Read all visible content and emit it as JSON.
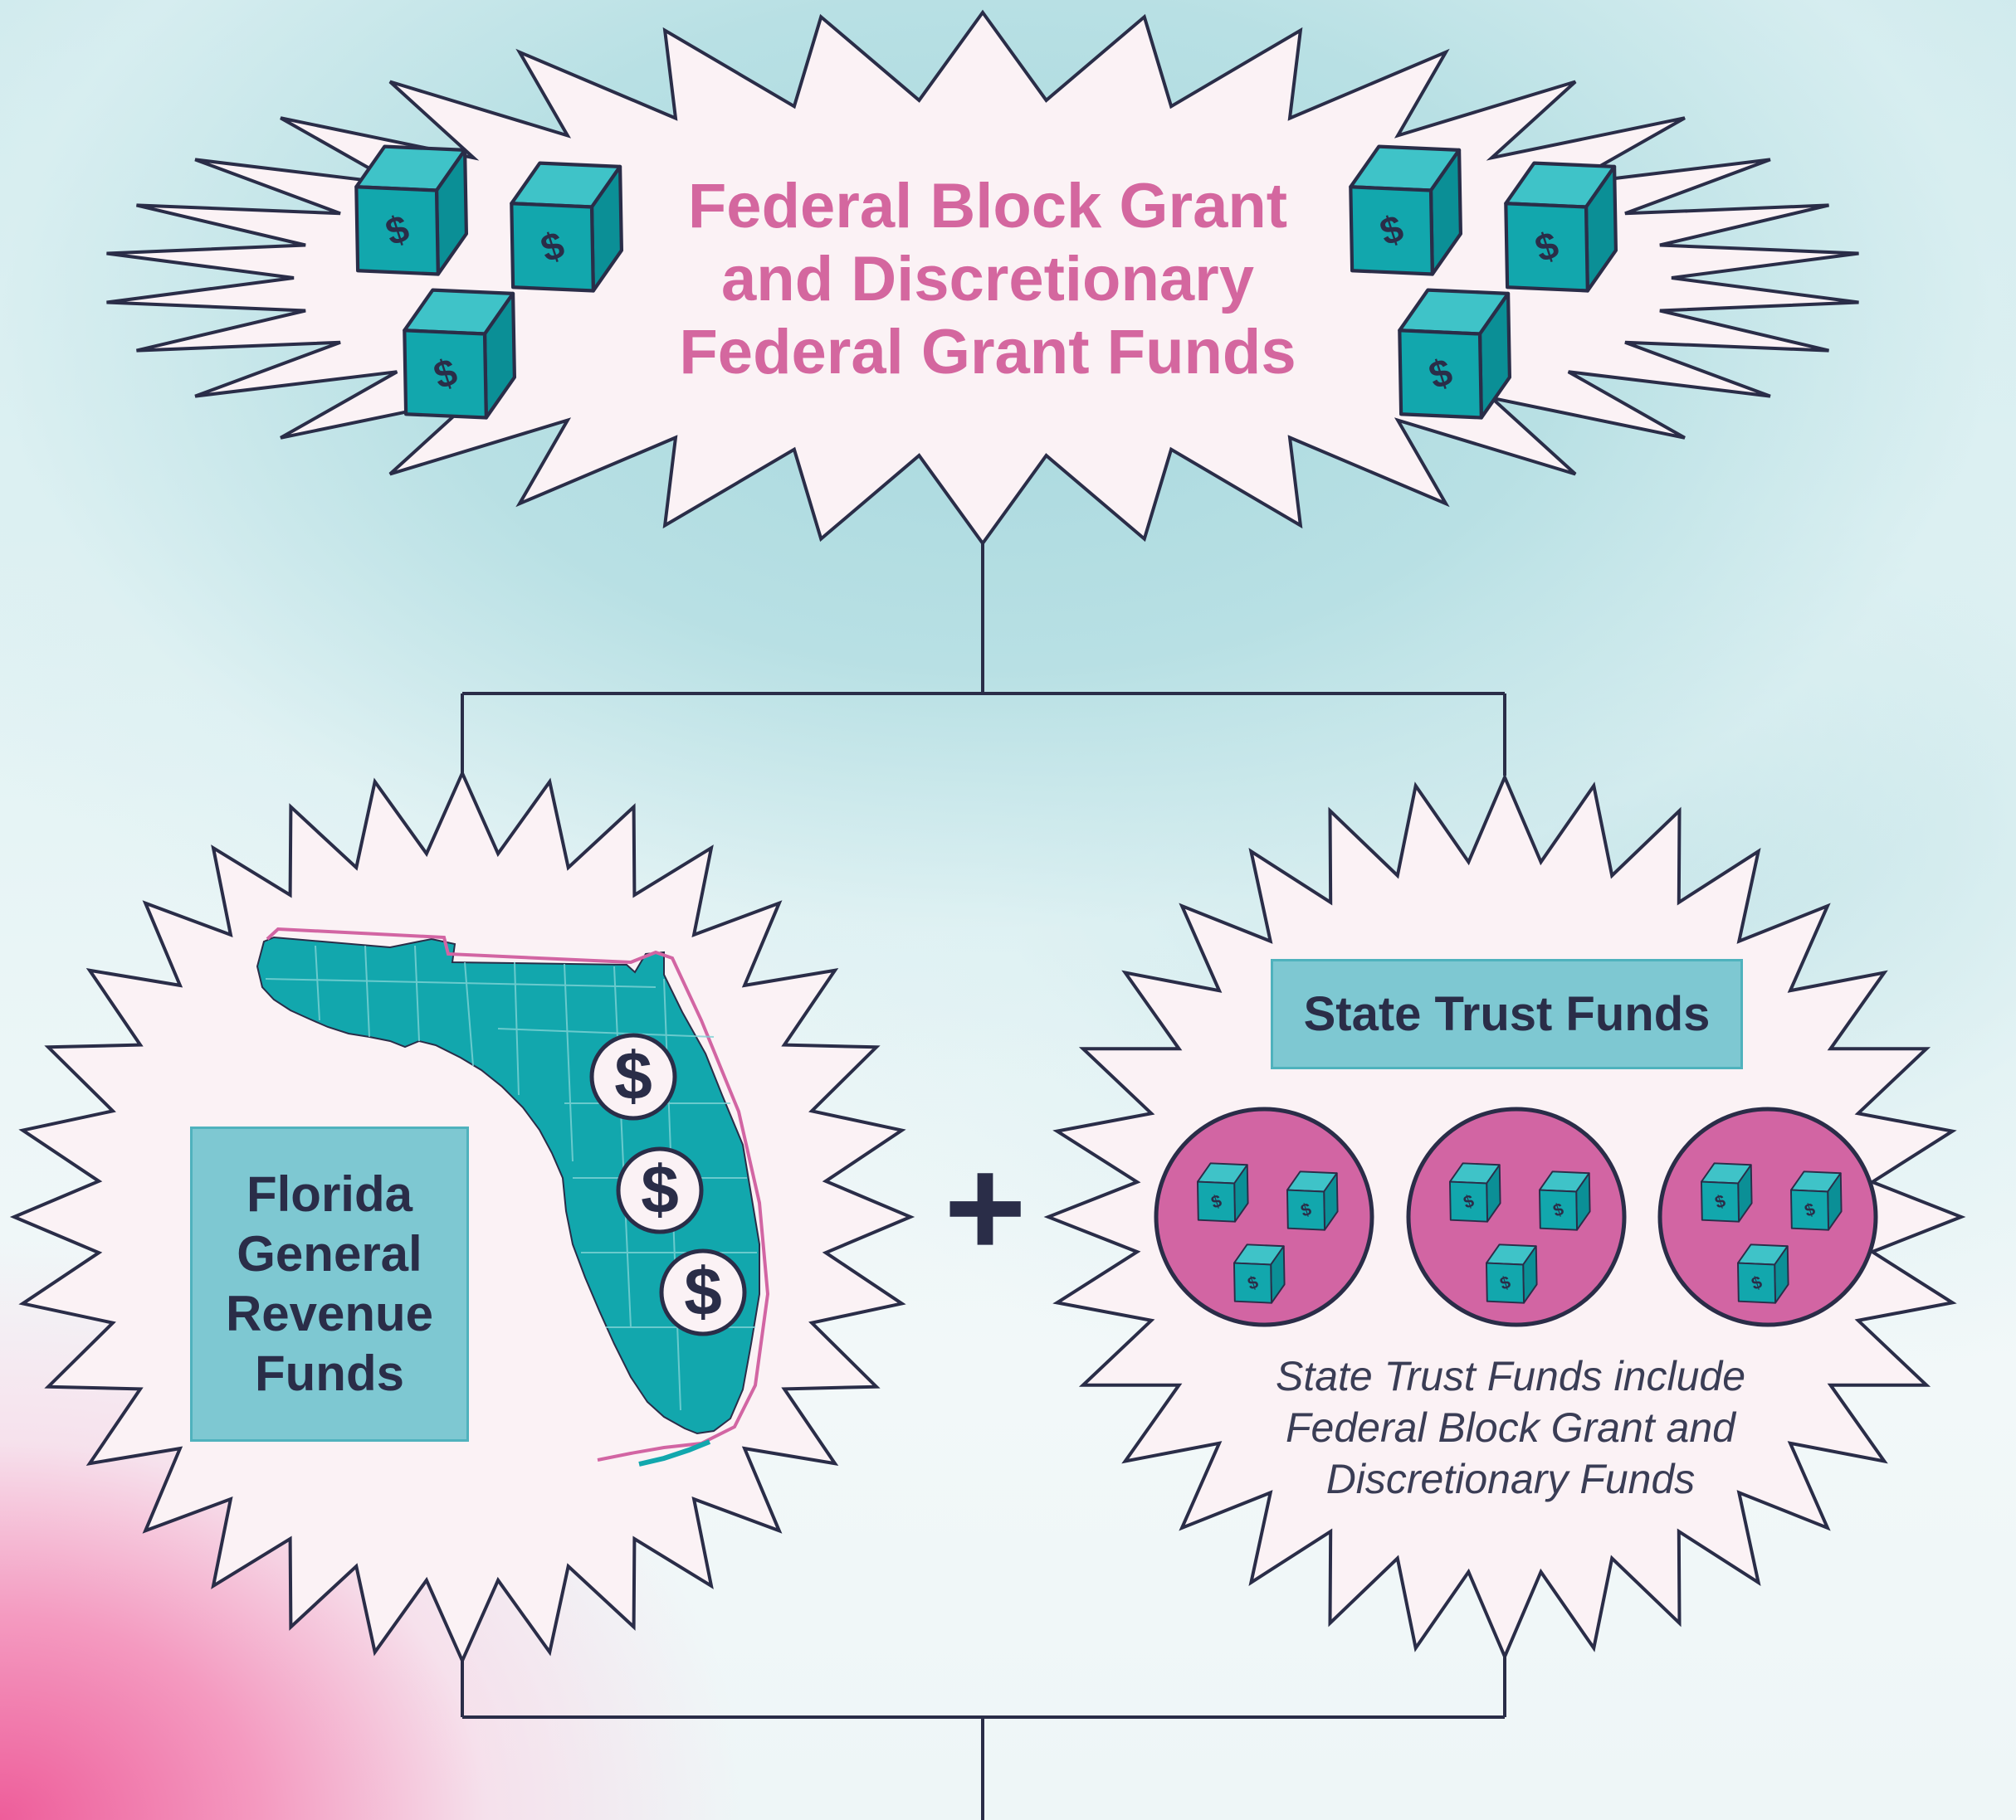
{
  "top": {
    "title_lines": [
      "Federal Block Grant",
      "and Discretionary",
      "Federal Grant Funds"
    ],
    "cube_icon": "dollar-cube-icon"
  },
  "left": {
    "label_lines": [
      "Florida",
      "General",
      "Revenue",
      "Funds"
    ],
    "map_icon": "florida-map-icon",
    "coin_icon": "dollar-coin-icon",
    "coin_symbol": "$"
  },
  "operator": "+",
  "right": {
    "label": "State Trust Funds",
    "note_lines": [
      "State Trust Funds include",
      "Federal Block Grant and",
      "Discretionary Funds"
    ],
    "bundle_icon": "cube-bundle-icon"
  },
  "colors": {
    "burst_fill": "#fbf2f5",
    "outline": "#2a2d48",
    "teal": "#12a7ad",
    "teal_dark": "#0b8f96",
    "pink_title": "#d4679f",
    "magenta": "#d265a3",
    "box_teal": "#7ec8d2"
  }
}
